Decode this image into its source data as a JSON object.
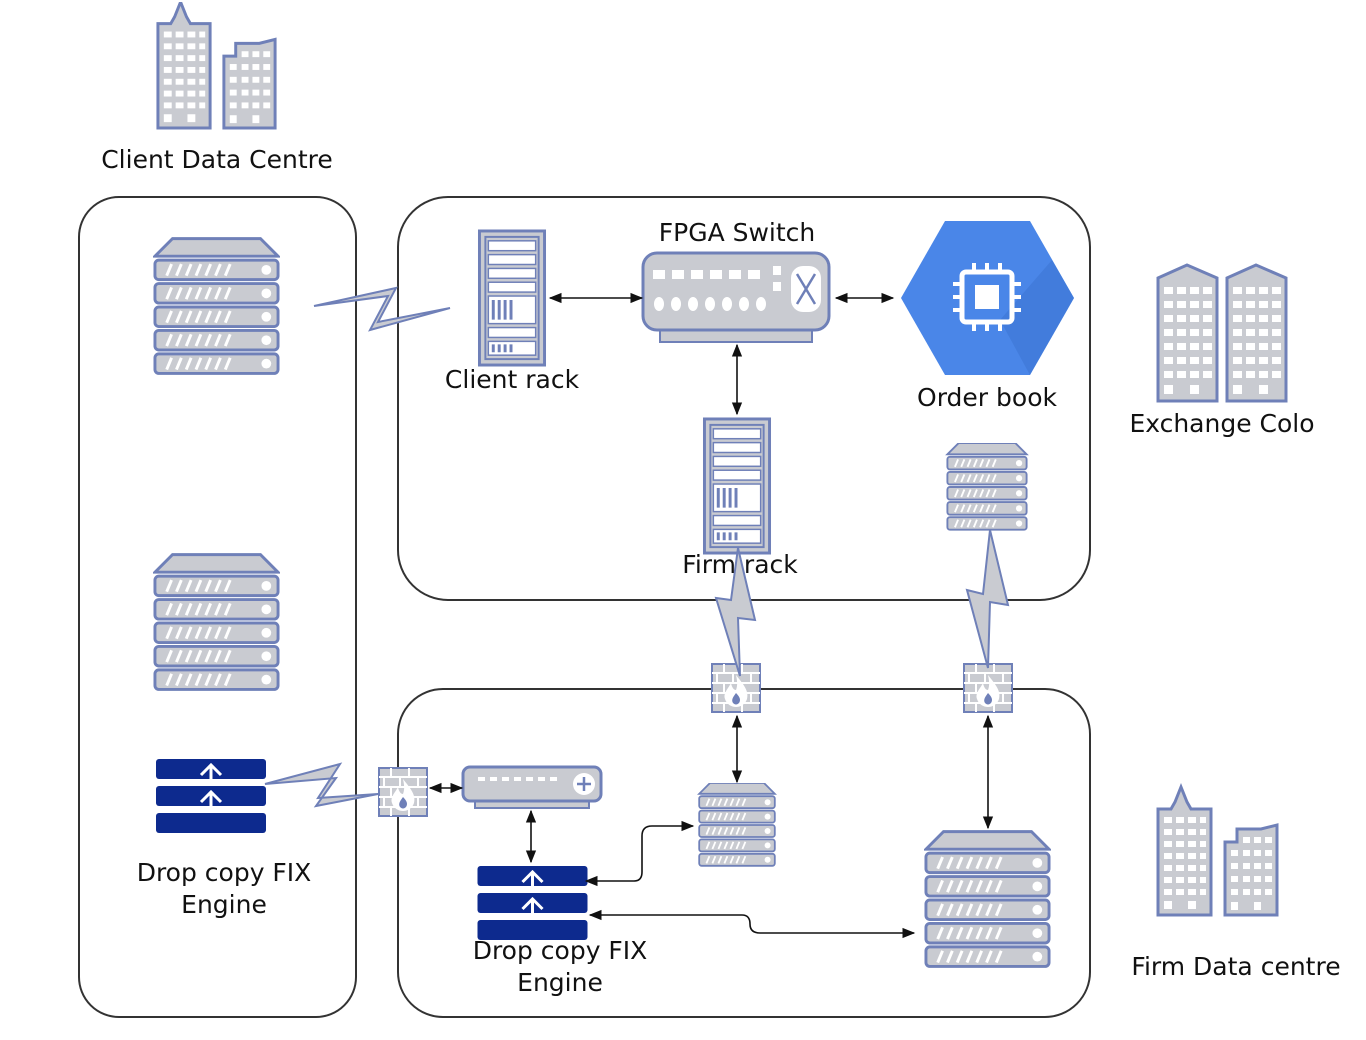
{
  "labels": {
    "client_data_centre": "Client Data Centre",
    "fpga_switch": "FPGA Switch",
    "order_book": "Order book",
    "client_rack": "Client rack",
    "firm_rack": "Firm rack",
    "exchange_colo": "Exchange Colo",
    "drop_copy_client_line1": "Drop copy FIX",
    "drop_copy_client_line2": "Engine",
    "drop_copy_firm_line1": "Drop copy FIX",
    "drop_copy_firm_line2": "Engine",
    "firm_data_centre": "Firm Data centre"
  },
  "colors": {
    "server_fill": "#c9cbd1",
    "server_stroke": "#6f80b8",
    "fix_engine": "#0d2a8e",
    "order_book_hex": "#4a86e8",
    "boundary_stroke": "#333333",
    "connector": "#111111"
  },
  "icons": {
    "building": "building-icon",
    "server": "server-stack-icon",
    "rack": "server-rack-icon",
    "switch": "fpga-switch-icon",
    "chip": "chip-icon",
    "firewall": "firewall-icon",
    "fix_engine": "fix-engine-icon",
    "network": "network-switch-icon"
  }
}
